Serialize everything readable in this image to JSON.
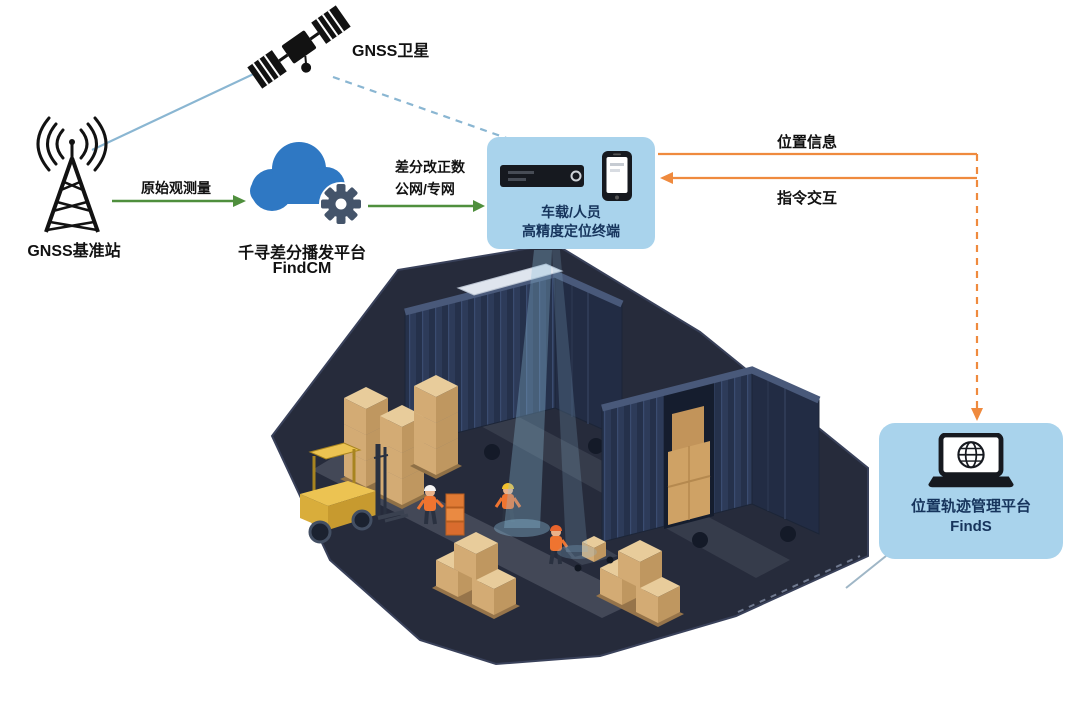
{
  "colors": {
    "arrow-green": "#4f8f3d",
    "arrow-orange": "#ef8a3e",
    "link-blue": "#8ab6d2",
    "panel-blue": "#a9d3ec",
    "text-navy": "#16345c",
    "cloud-blue": "#2f78c3",
    "gear-slate": "#44546a",
    "label-color": "#111111"
  },
  "satellite": {
    "label": "GNSS卫星"
  },
  "base_station": {
    "label": "GNSS基准站"
  },
  "cloud_platform": {
    "name": "千寻差分播发平台",
    "product": "FindCM"
  },
  "flows": {
    "raw_observation": "原始观测量",
    "correction_line1": "差分改正数",
    "correction_line2": "公网/专网",
    "position_info": "位置信息",
    "command_exchange": "指令交互"
  },
  "terminal": {
    "line1": "车载/人员",
    "line2": "高精度定位终端"
  },
  "management_platform": {
    "name": "位置轨迹管理平台",
    "product": "FindS"
  }
}
